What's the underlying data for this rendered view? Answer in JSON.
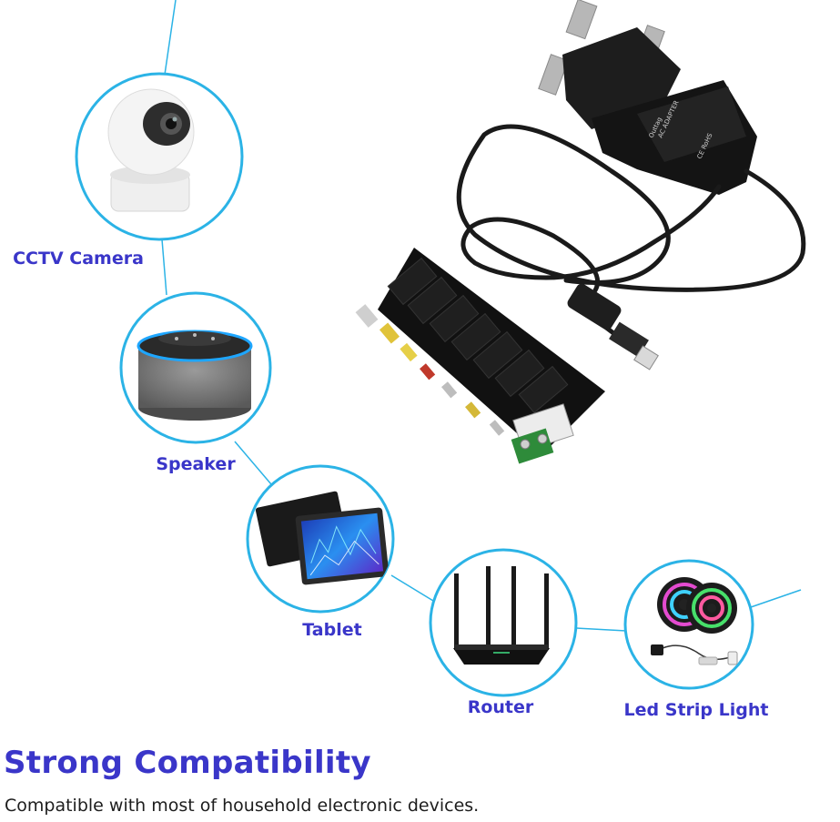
{
  "devices": [
    {
      "label": "CCTV Camera",
      "icon": "cctv-camera-icon"
    },
    {
      "label": "Speaker",
      "icon": "smart-speaker-icon"
    },
    {
      "label": "Tablet",
      "icon": "tablet-icon"
    },
    {
      "label": "Router",
      "icon": "wifi-router-icon"
    },
    {
      "label": "Led Strip Light",
      "icon": "led-strip-light-icon"
    }
  ],
  "adapter": {
    "brand": "Outtag",
    "model_text": "AC ADAPTER",
    "cert_marks": "CE RoHS"
  },
  "headline": "Strong Compatibility",
  "subline": "Compatible with most of household electronic devices.",
  "colors": {
    "accent_line": "#2bb3e6",
    "label_text": "#3a36c9",
    "body_text": "#1d1d1d"
  }
}
